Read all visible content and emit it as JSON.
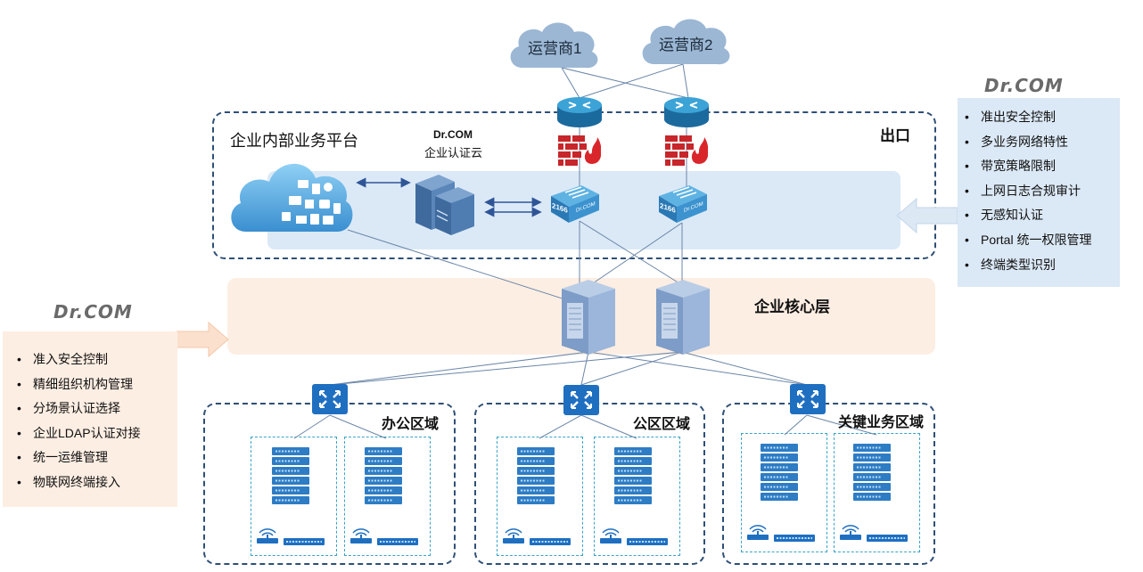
{
  "isp": {
    "isp1": "运营商1",
    "isp2": "运营商2"
  },
  "platform": {
    "title": "企业内部业务平台",
    "cloud_brand": "Dr.COM",
    "cloud_name": "企业认证云",
    "exit_label": "出口",
    "appliance_text": "2166",
    "appliance_brand": "Dr.COM"
  },
  "core": {
    "label": "企业核心层"
  },
  "zones": {
    "office": "办公区域",
    "public": "公区区域",
    "critical": "关键业务区域"
  },
  "right_panel": {
    "brand": "Dr.COM",
    "items": [
      "准出安全控制",
      "多业务网络特性",
      "带宽策略限制",
      "上网日志合规审计",
      "无感知认证",
      "Portal 统一权限管理",
      "终端类型识别"
    ]
  },
  "left_panel": {
    "brand": "Dr.COM",
    "items": [
      "准入安全控制",
      "精细组织机构管理",
      "分场景认证选择",
      "企业LDAP认证对接",
      "统一运维管理",
      "物联网终端接入"
    ]
  },
  "colors": {
    "frame": "#2f4f76",
    "platform_band": "#dbe9f7",
    "core_band": "#fdeee3",
    "right_panel_bg": "#dbe8f5",
    "left_panel_bg": "#fdeee3",
    "cloud": "#9bb7d4",
    "firewall": "#c7262b",
    "switch": "#1f6fc1"
  }
}
